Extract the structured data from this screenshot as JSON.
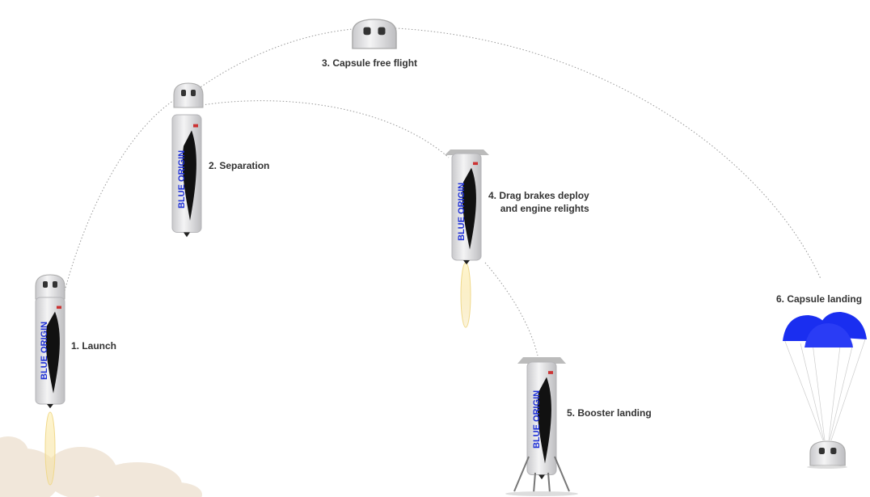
{
  "steps": [
    {
      "label": "1. Launch"
    },
    {
      "label": "2. Separation"
    },
    {
      "label": "3. Capsule free flight"
    },
    {
      "label": "4. Drag brakes deploy",
      "label_line2": "and engine relights"
    },
    {
      "label": "5. Booster landing"
    },
    {
      "label": "6. Capsule landing"
    }
  ],
  "brand_text": "BLUE ORIGIN",
  "colors": {
    "brand_blue": "#1d2fd6",
    "parachute": "#1a2ef0",
    "body": "#e9e9eb",
    "flame": "#f6e7a8"
  }
}
